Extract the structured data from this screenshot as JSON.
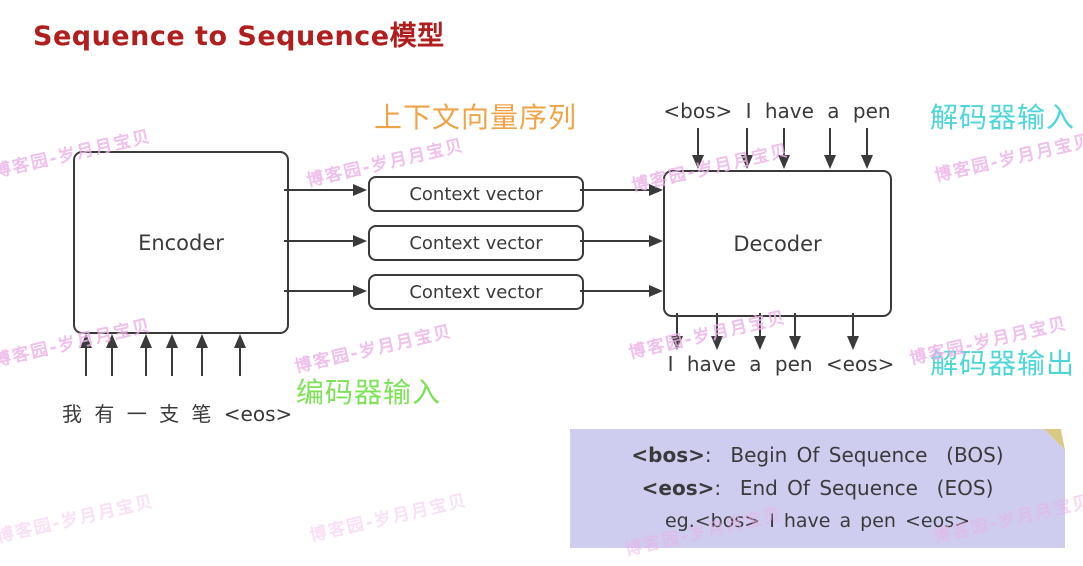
{
  "title": "Sequence to Sequence模型",
  "labels": {
    "context_sequence": "上下文向量序列",
    "decoder_input": "解码器输入",
    "decoder_output": "解码器输出",
    "encoder_input": "编码器输入"
  },
  "encoder": {
    "label": "Encoder",
    "input_text": "我 有 一 支 笔 <eos>"
  },
  "decoder": {
    "label": "Decoder",
    "input_text": "<bos> I have a pen",
    "output_text": "I have a pen <eos>"
  },
  "context_vectors": [
    "Context vector",
    "Context vector",
    "Context vector"
  ],
  "note": {
    "lines": [
      {
        "term": "<bos>",
        "rest": ":  Begin Of Sequence  (BOS)"
      },
      {
        "term": "<eos>",
        "rest": ":  End Of Sequence  (EOS)"
      },
      {
        "term": "",
        "rest": "eg.<bos> I have a pen <eos>"
      }
    ]
  },
  "watermark": {
    "text": "博客园-岁月月宝贝"
  },
  "colors": {
    "title_red": "#b01e1e",
    "context_orange": "#f0a347",
    "decoder_cyan": "#4ed6da",
    "encoder_green": "#7de356",
    "stroke_dark": "#3a3a3a",
    "note_background": "#cecdf0",
    "note_fold": "#d8ca82",
    "watermark_pink": "#edb0e8"
  }
}
